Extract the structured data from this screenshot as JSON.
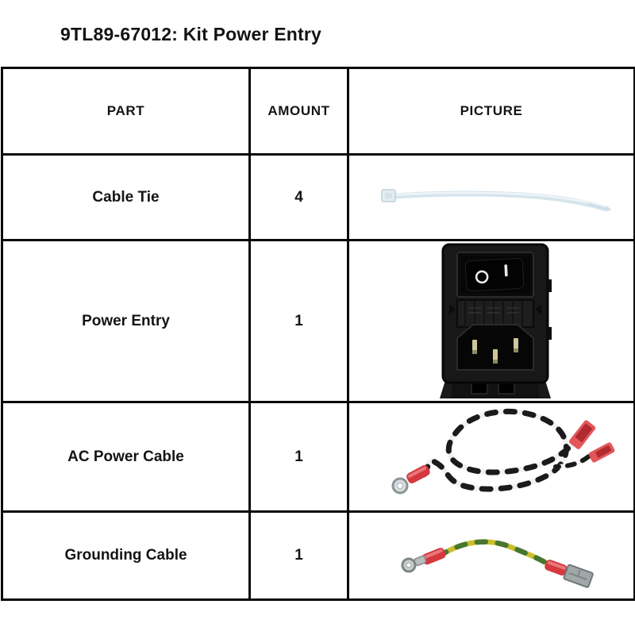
{
  "page": {
    "title": "9TL89-67012: Kit Power Entry"
  },
  "table": {
    "headers": [
      "PART",
      "AMOUNT",
      "PICTURE"
    ],
    "rows": [
      {
        "part": "Cable Tie",
        "amount": "4",
        "picture": "cable-tie-photo"
      },
      {
        "part": "Power Entry",
        "amount": "1",
        "picture": "power-entry-module-photo"
      },
      {
        "part": "AC Power Cable",
        "amount": "1",
        "picture": "twisted-black-white-cable-photo"
      },
      {
        "part": "Grounding Cable",
        "amount": "1",
        "picture": "yellow-green-ground-cable-photo"
      }
    ],
    "rocker_switch_marks": {
      "off": "O",
      "on": "I"
    }
  },
  "colors": {
    "border": "#0a0a0a",
    "text": "#141414",
    "cable_tie": "#dde9ef",
    "module_body": "#181818",
    "terminal_red": "#d5393f",
    "wire_black": "#171717",
    "wire_white": "#f4f4f4",
    "ground_yellow": "#cabf2f",
    "ground_green": "#47762f",
    "metal_silver": "#b9bfbf",
    "pin_brass": "#cfc79c"
  }
}
